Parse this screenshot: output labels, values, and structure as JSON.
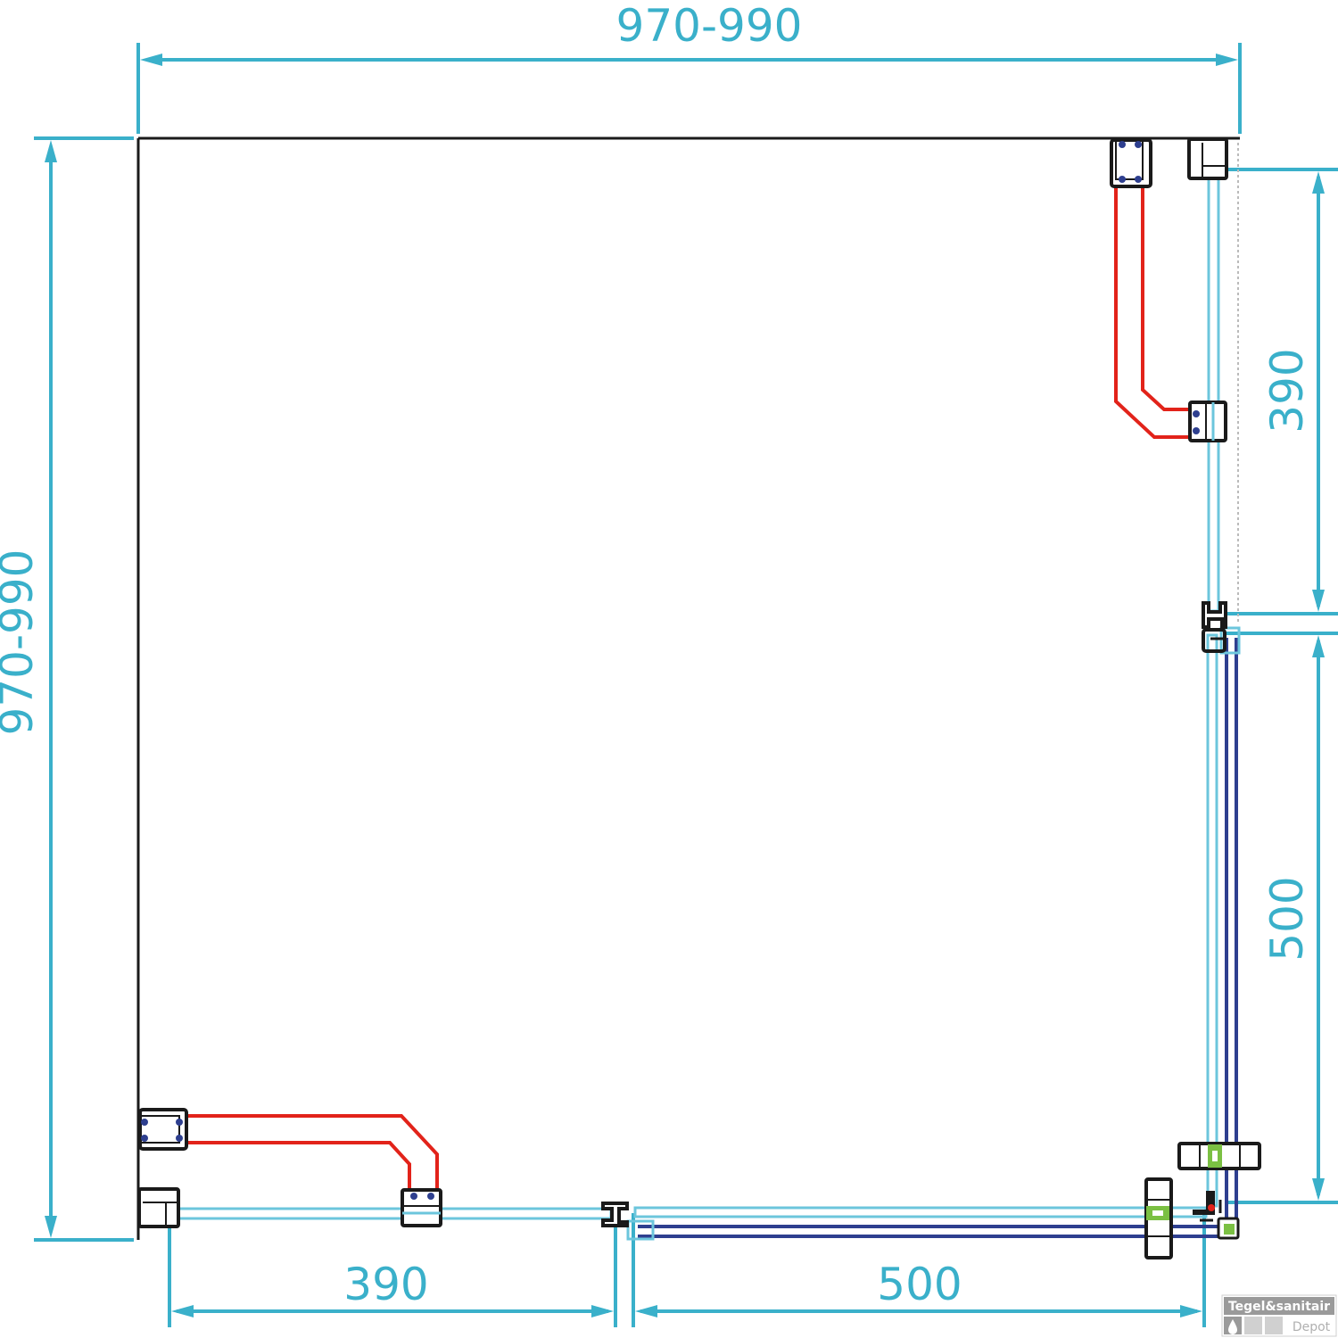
{
  "colors": {
    "dimension": "#3ab0ca",
    "wall": "#1a1a1a",
    "towel_bar": "#e2231a",
    "sliding_panel": "#2e3f8f",
    "fixed_panel": "#6cc6dc",
    "seal": "#7bc043",
    "screw": "#2e3f8f"
  },
  "dimensions": {
    "top_width": "970-990",
    "left_depth": "970-990",
    "bottom_fixed": "390",
    "bottom_sliding": "500",
    "right_fixed": "390",
    "right_sliding": "500"
  },
  "logo": {
    "line1": "Tegel&sanitair",
    "line2": "Depot",
    "icon": "water-drop-icon"
  }
}
